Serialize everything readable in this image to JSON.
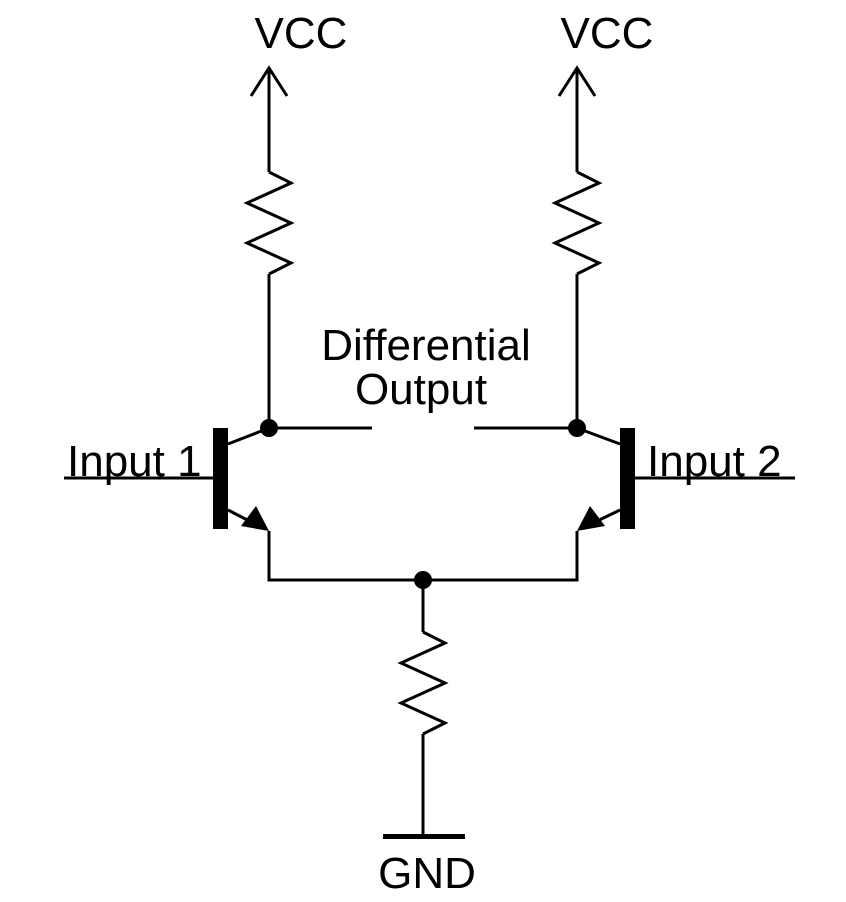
{
  "labels": {
    "vcc_left": "VCC",
    "vcc_right": "VCC",
    "output_line1": "Differential",
    "output_line2": "Output",
    "input_1": "Input 1",
    "input_2": "Input 2",
    "ground": "GND"
  },
  "colors": {
    "ink": "#000000",
    "background": "#ffffff"
  },
  "components": {
    "resistors": [
      "collector-resistor-left",
      "collector-resistor-right",
      "tail-resistor"
    ],
    "transistors": [
      "npn-transistor-left",
      "npn-transistor-right"
    ],
    "supplies": [
      "vcc-arrow-left",
      "vcc-arrow-right",
      "ground-bar"
    ]
  }
}
